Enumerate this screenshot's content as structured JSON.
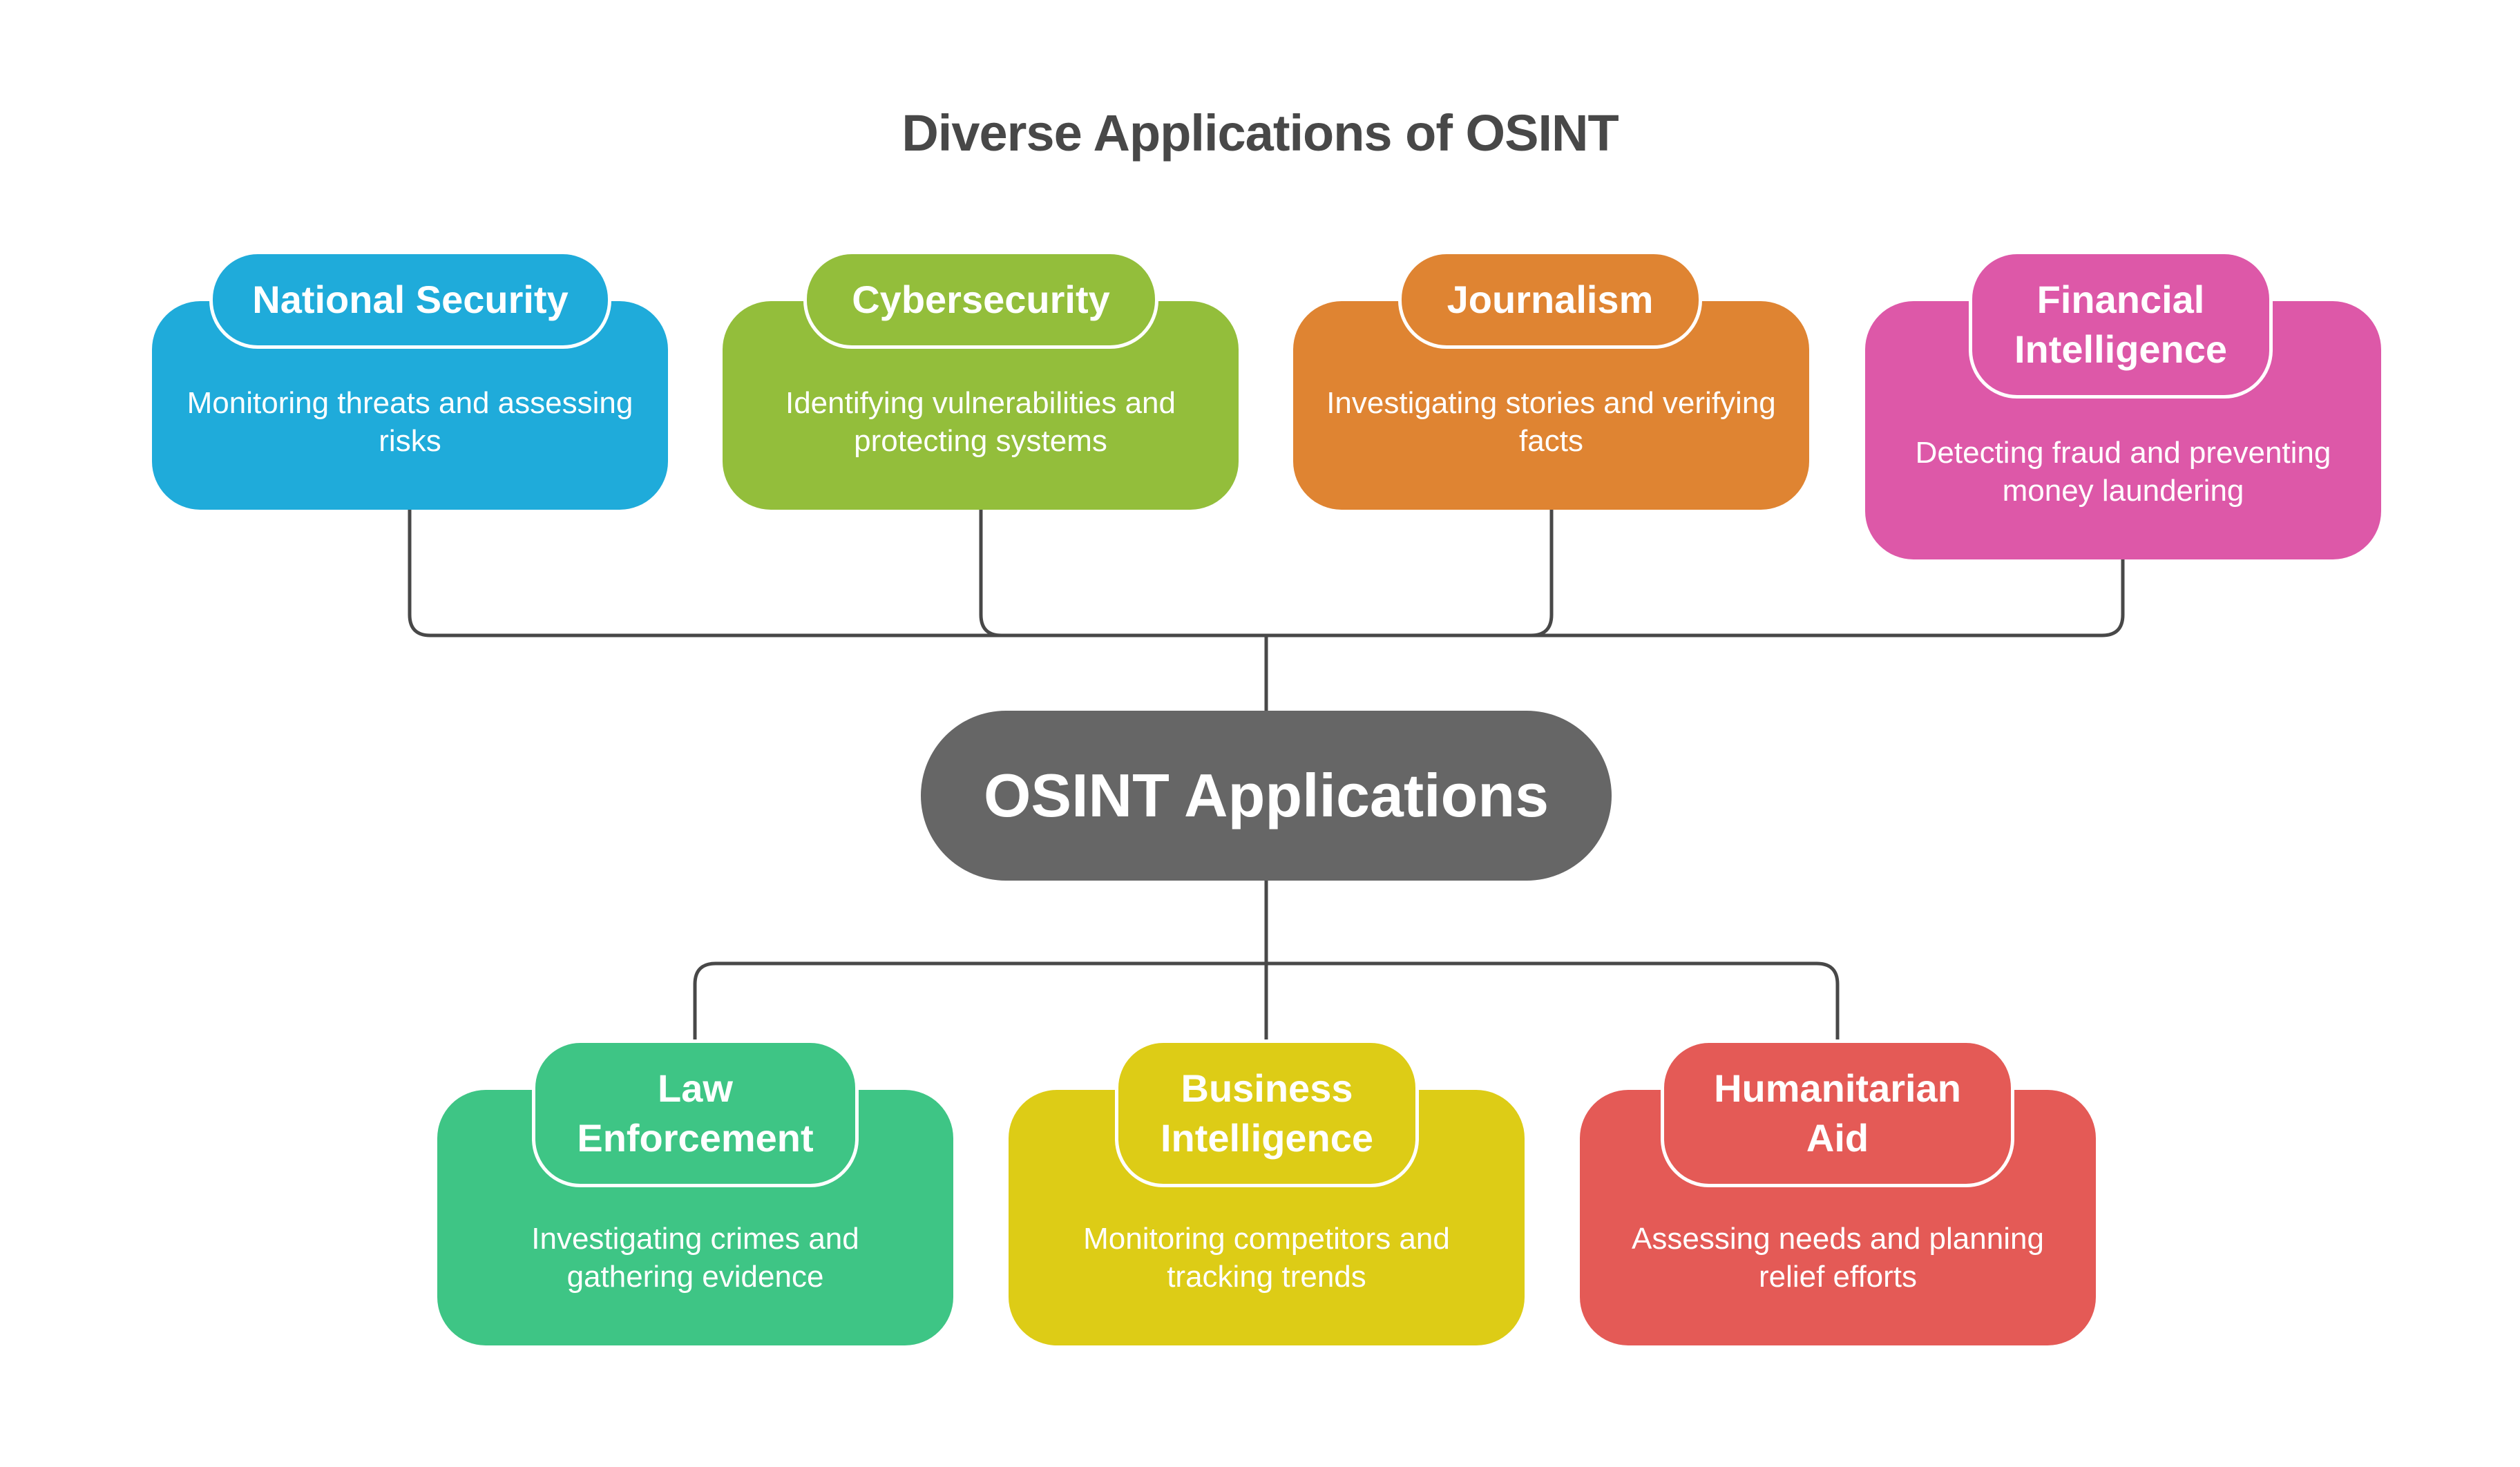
{
  "title": "Diverse Applications of OSINT",
  "center": {
    "label": "OSINT Applications",
    "color": "#666666"
  },
  "connector_color": "#484848",
  "top_row": [
    {
      "name": "National Security",
      "description": "Monitoring threats and assessing risks",
      "color": "#1FABDA"
    },
    {
      "name": "Cybersecurity",
      "description": "Identifying vulnerabilities and protecting systems",
      "color": "#93BE3B"
    },
    {
      "name": "Journalism",
      "description": "Investigating stories and verifying facts",
      "color": "#DF8432"
    },
    {
      "name": "Financial Intelligence",
      "description": "Detecting fraud and preventing money laundering",
      "color": "#DD58A8"
    }
  ],
  "bottom_row": [
    {
      "name": "Law Enforcement",
      "description": "Investigating crimes and gathering evidence",
      "color": "#3EC585"
    },
    {
      "name": "Business Intelligence",
      "description": "Monitoring competitors and tracking trends",
      "color": "#DDCC16"
    },
    {
      "name": "Humanitarian Aid",
      "description": "Assessing needs and planning relief efforts",
      "color": "#E45A56"
    }
  ]
}
